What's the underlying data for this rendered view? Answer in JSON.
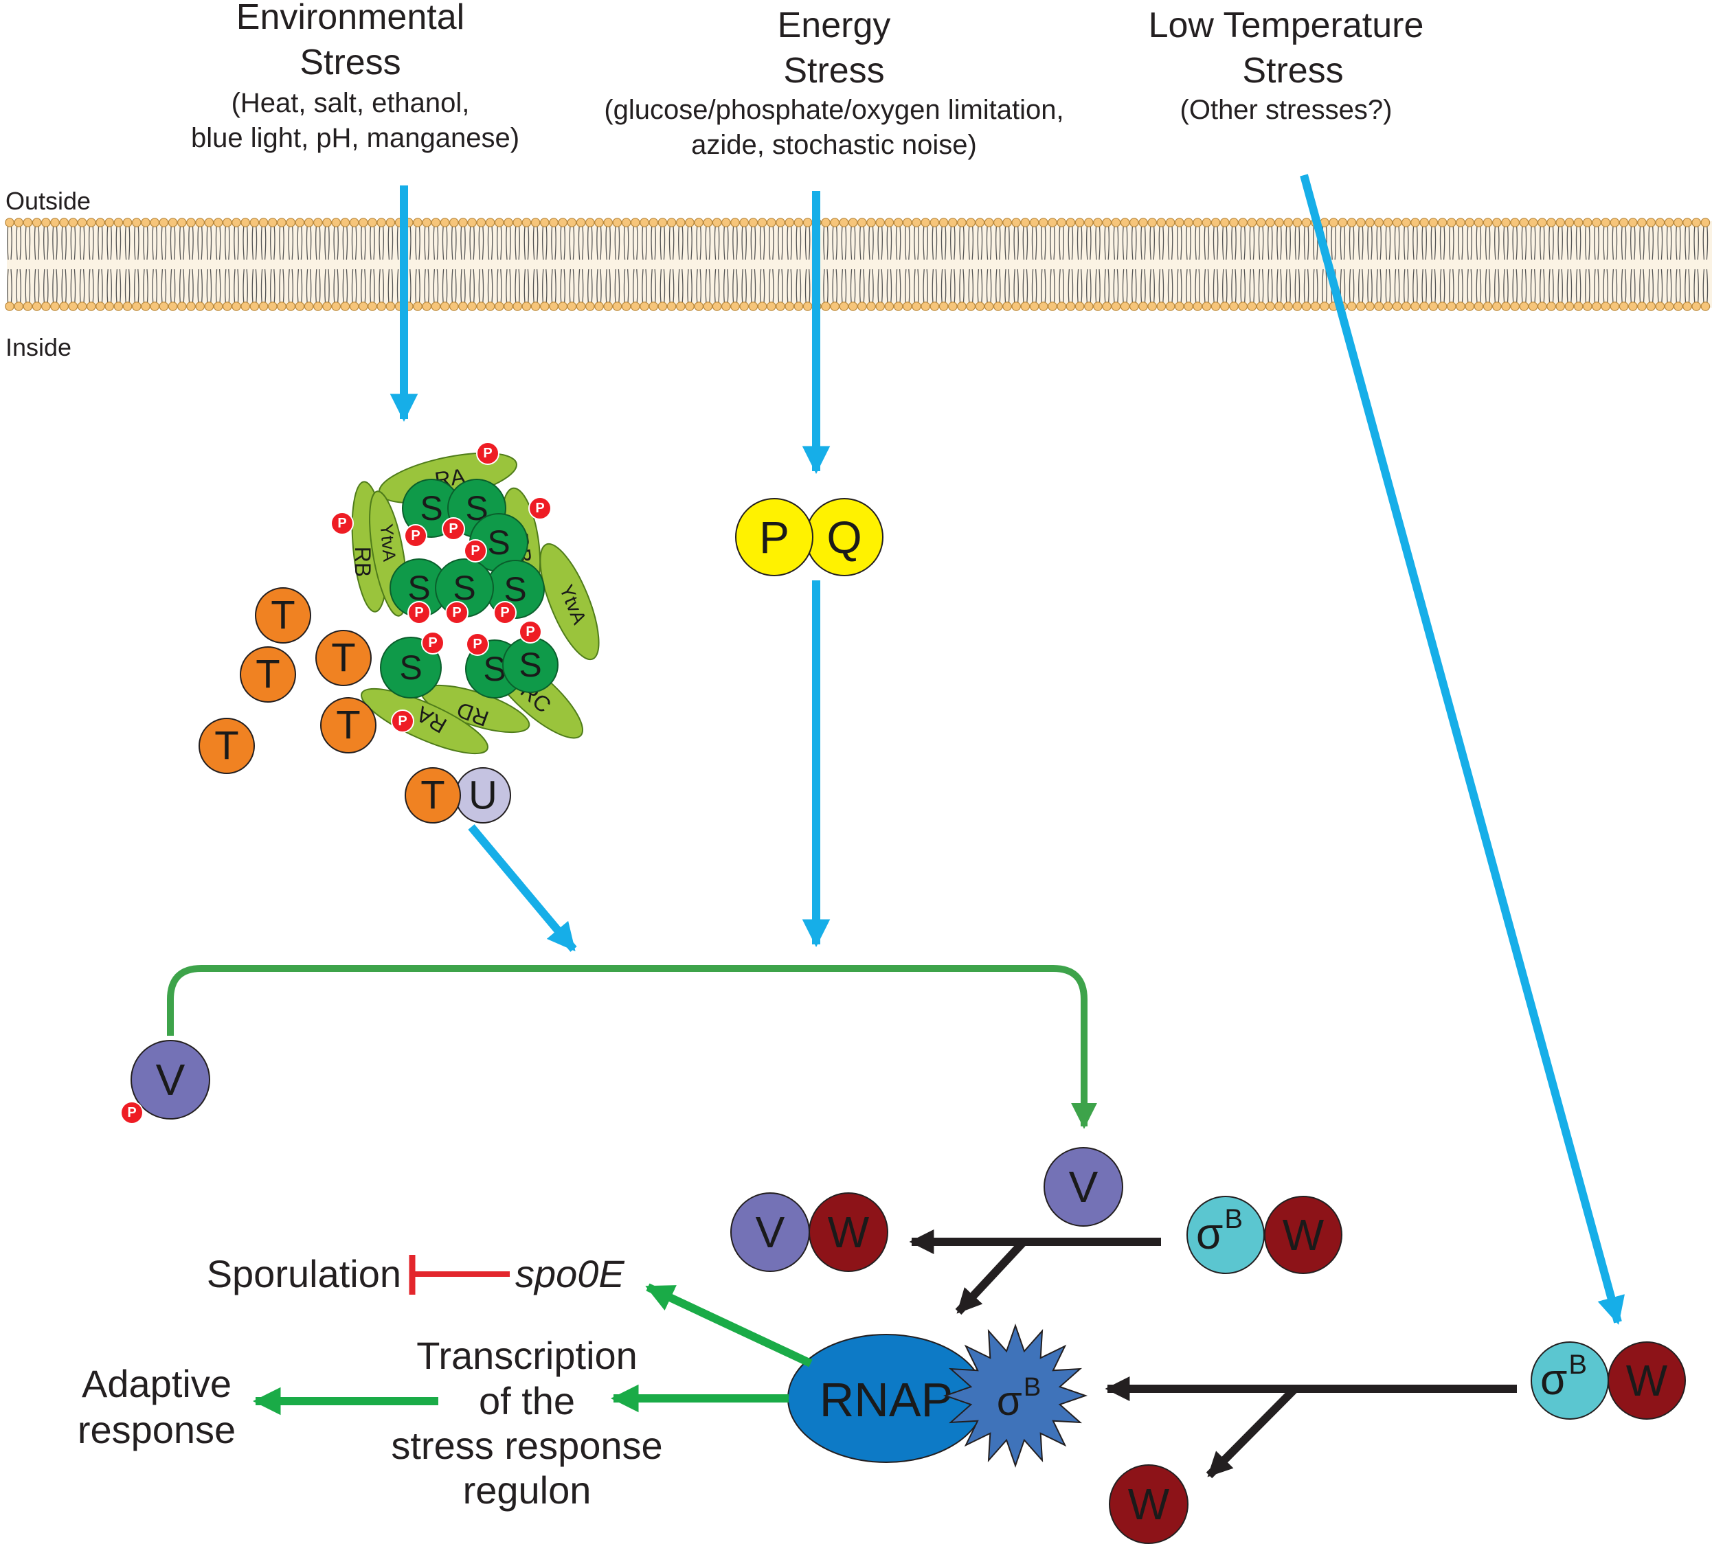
{
  "stresses": {
    "environmental": {
      "title_line1": "Environmental",
      "title_line2": "Stress",
      "detail_line1": "(Heat, salt, ethanol,",
      "detail_line2": "blue light, pH, manganese)"
    },
    "energy": {
      "title_line1": "Energy",
      "title_line2": "Stress",
      "detail_line1": "(glucose/phosphate/oxygen limitation,",
      "detail_line2": "azide, stochastic noise)"
    },
    "low_temperature": {
      "title_line1": "Low Temperature",
      "title_line2": "Stress",
      "detail_line1": "(Other stresses?)"
    }
  },
  "membrane": {
    "outside_label": "Outside",
    "inside_label": "Inside"
  },
  "stressosome": {
    "s_label": "S",
    "p_label": "P",
    "ra_label": "RA",
    "rb_label": "RB",
    "rc_label": "RC",
    "rd_label": "RD",
    "ytva_label": "YtvA"
  },
  "proteins": {
    "t": "T",
    "u": "U",
    "p": "P",
    "q": "Q",
    "v": "V",
    "w": "W",
    "sigma": "σ",
    "sigma_super": "B",
    "rnap": "RNAP",
    "phospho": "P"
  },
  "outputs": {
    "sporulation": "Sporulation",
    "spo0e": "spo0E",
    "transcription_line1": "Transcription",
    "transcription_line2": "of the",
    "transcription_line3": "stress response",
    "transcription_line4": "regulon",
    "adaptive_line1": "Adaptive",
    "adaptive_line2": "response"
  },
  "colors": {
    "stress_arrow": "#16aee8",
    "green_arrow": "#1aab47",
    "green_line": "#3da34a",
    "black_arrow": "#231f20",
    "inhibition": "#e3262c",
    "t_orange": "#f08222",
    "u_lavender": "#c5c3e1",
    "pq_yellow": "#fff200",
    "v_purple": "#7472b6",
    "w_darkred": "#8d1318",
    "sigma_cyan": "#5bc6d0",
    "rnap_blue": "#0d7ac6",
    "sigma_star": "#3f73ba",
    "s_green": "#0f9a49",
    "rsb_green": "#9ac43c",
    "phospho_red": "#ee1c24",
    "membrane_head": "#f6c57a"
  }
}
